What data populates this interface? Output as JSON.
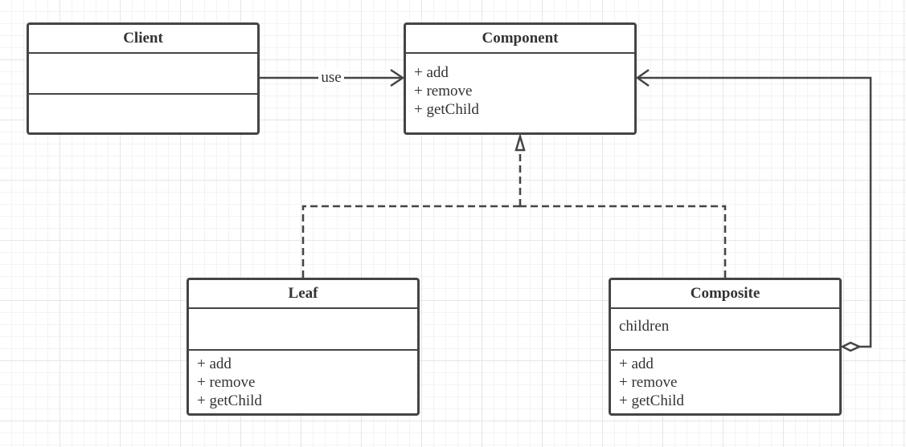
{
  "colors": {
    "stroke": "#444444",
    "text": "#333333",
    "grid": "#e6e6e6"
  },
  "classes": {
    "client": {
      "name": "Client",
      "attributes": [],
      "methods": []
    },
    "component": {
      "name": "Component",
      "methods": [
        "+ add",
        "+ remove",
        "+ getChild"
      ]
    },
    "leaf": {
      "name": "Leaf",
      "attributes": [],
      "methods": [
        "+ add",
        "+ remove",
        "+ getChild"
      ]
    },
    "composite": {
      "name": "Composite",
      "attributes": [
        "children"
      ],
      "methods": [
        "+ add",
        "+ remove",
        "+ getChild"
      ]
    }
  },
  "relations": {
    "client_component": {
      "kind": "association",
      "label": "use"
    },
    "leaf_component": {
      "kind": "realization"
    },
    "composite_component": {
      "kind": "realization"
    },
    "composite_children": {
      "kind": "aggregation"
    }
  }
}
